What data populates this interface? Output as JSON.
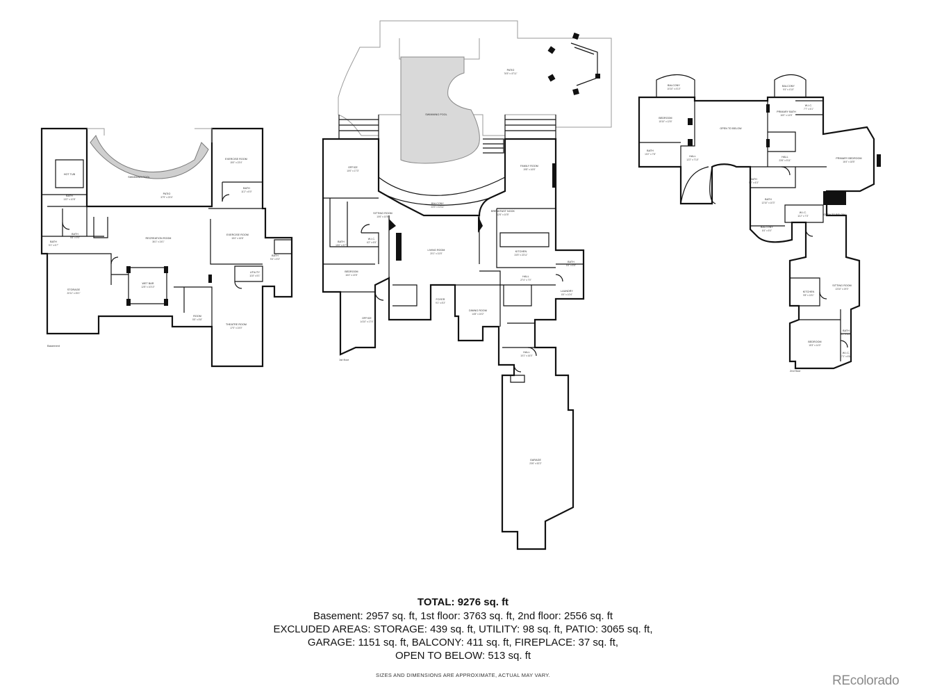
{
  "floors": [
    {
      "id": "basement",
      "tag": "Basement"
    },
    {
      "id": "first",
      "tag": "1st floor"
    },
    {
      "id": "second",
      "tag": "2nd floor"
    }
  ],
  "rooms": {
    "b_pool": {
      "name": "SWIMMING POOL",
      "dim": ""
    },
    "b_patio": {
      "name": "PATIO",
      "dim": "37'9\" x 23'4\""
    },
    "b_bath_top": {
      "name": "BATH",
      "dim": "13'2\" x 10'8\""
    },
    "b_hot": {
      "name": "HOT TUB",
      "dim": ""
    },
    "b_exercise1": {
      "name": "EXERCISE ROOM",
      "dim": "15'0\" x 23'4\""
    },
    "b_bath_r": {
      "name": "BATH",
      "dim": "11'2\" x 5'0\""
    },
    "b_bath_l": {
      "name": "BATH",
      "dim": "9'8\" x 9'0\""
    },
    "b_bath_tiny": {
      "name": "BATH",
      "dim": "5'1\" x 6'7\""
    },
    "b_rec": {
      "name": "RECREATION ROOM",
      "dim": "36'1\" x 24'1\""
    },
    "b_exercise2": {
      "name": "EXERCISE ROOM",
      "dim": "15'4\" x 16'6\""
    },
    "b_bath_e": {
      "name": "BATH",
      "dim": "9'4\" x 5'3\""
    },
    "b_storage": {
      "name": "STORAGE",
      "dim": "20'11\" x 25'1\""
    },
    "b_wetbar": {
      "name": "WET BAR",
      "dim": "12'8\" x 10'10\""
    },
    "b_utility": {
      "name": "UTILITY",
      "dim": "11'8\" x 5'1\""
    },
    "b_room": {
      "name": "ROOM",
      "dim": "5'5\" x 5'8\""
    },
    "b_theatre": {
      "name": "THEATRE ROOM",
      "dim": "17'0\" x 24'0\""
    },
    "f_patio": {
      "name": "PATIO",
      "dim": "76'5\" x 47'11\""
    },
    "f_pool": {
      "name": "SWIMMING POOL",
      "dim": ""
    },
    "f_office1": {
      "name": "OFFICE",
      "dim": "10'0\" x 17'3\""
    },
    "f_balcony": {
      "name": "BALCONY",
      "dim": "23'3\" x 10'11\""
    },
    "f_family": {
      "name": "FAMILY ROOM",
      "dim": "19'8\" x 16'6\""
    },
    "f_sitting": {
      "name": "SITTING ROOM",
      "dim": "10'6\" x 10'8\""
    },
    "f_breakfast": {
      "name": "BREAKFAST NOOK",
      "dim": "12'6\" x 10'5\""
    },
    "f_bath1": {
      "name": "BATH",
      "dim": "10'0\" x 5'7\""
    },
    "f_wic1": {
      "name": "W.I.C.",
      "dim": "6'2\" x 6'5\""
    },
    "f_living": {
      "name": "LIVING ROOM",
      "dim": "20'1\" x 31'5\""
    },
    "f_kitchen": {
      "name": "KITCHEN",
      "dim": "24'5\" x 22'11\""
    },
    "f_bath2": {
      "name": "BATH",
      "dim": "5'4\" x 5'5\""
    },
    "f_bedroom": {
      "name": "BEDROOM",
      "dim": "16'4\" x 13'5\""
    },
    "f_hall1": {
      "name": "HALL",
      "dim": "27'4\" x 7'0\""
    },
    "f_laundry": {
      "name": "LAUNDRY",
      "dim": "8'4\" x 10'4\""
    },
    "f_foyer": {
      "name": "FOYER",
      "dim": "9'1\" x 8'3\""
    },
    "f_office2": {
      "name": "OFFICE",
      "dim": "14'10\" x 17'4\""
    },
    "f_dining": {
      "name": "DINING ROOM",
      "dim": "14'8\" x 15'2\""
    },
    "f_hall2": {
      "name": "HALL",
      "dim": "10'1\" x 16'0\""
    },
    "f_garage": {
      "name": "GARAGE",
      "dim": "23'6\" x 52'2\""
    },
    "s_balcony1": {
      "name": "BALCONY",
      "dim": "10'10\" x 4'10\""
    },
    "s_balcony2": {
      "name": "BALCONY",
      "dim": "9'4\" x 4'10\""
    },
    "s_bedroom1": {
      "name": "BEDROOM",
      "dim": "15'10\" x 12'6\""
    },
    "s_open1": {
      "name": "OPEN TO BELOW",
      "dim": ""
    },
    "s_wic1": {
      "name": "W.I.C.",
      "dim": "7'7\" x 6'1\""
    },
    "s_primarybath": {
      "name": "PRIMARY BATH",
      "dim": "16'0\" x 14'5\""
    },
    "s_bath1": {
      "name": "BATH",
      "dim": "10'2\" x 7'8\""
    },
    "s_hall1": {
      "name": "HALL",
      "dim": "12'2\" x 7'10\""
    },
    "s_hall2": {
      "name": "HALL",
      "dim": "23'6\" x 5'11\""
    },
    "s_primarybed": {
      "name": "PRIMARY BEDROOM",
      "dim": "16'4\" x 18'5\""
    },
    "s_bath2": {
      "name": "BATH",
      "dim": "5'7\" x 6'3\""
    },
    "s_bath3": {
      "name": "BATH",
      "dim": "12'10\" x 10'3\""
    },
    "s_wic2": {
      "name": "W.I.C.",
      "dim": "11'2\" x 7'3\""
    },
    "s_open2": {
      "name": "OPEN TO BELOW",
      "dim": ""
    },
    "s_balcony3": {
      "name": "BALCONY",
      "dim": "8'4\" x 5'0\""
    },
    "s_kitchen": {
      "name": "KITCHEN",
      "dim": "9'8\" x 15'1\""
    },
    "s_sitting": {
      "name": "SITTING ROOM",
      "dim": "13'10\" x 19'0\""
    },
    "s_bath4": {
      "name": "BATH",
      "dim": "8'2\" x 10'0\""
    },
    "s_bedroom2": {
      "name": "BEDROOM",
      "dim": "15'3\" x 14'0\""
    },
    "s_wic3": {
      "name": "W.I.C.",
      "dim": "7'1\" x 6'6\""
    }
  },
  "summary": {
    "title": "TOTAL: 9276 sq. ft",
    "lines": [
      "Basement: 2957 sq. ft, 1st floor: 3763 sq. ft, 2nd floor: 2556 sq. ft",
      "EXCLUDED AREAS: STORAGE: 439 sq. ft, UTILITY: 98 sq. ft, PATIO: 3065 sq. ft,",
      "GARAGE: 1151 sq. ft, BALCONY: 411 sq. ft, FIREPLACE: 37 sq. ft,",
      "OPEN TO BELOW: 513 sq. ft"
    ],
    "note": "SIZES AND DIMENSIONS ARE APPROXIMATE, ACTUAL MAY VARY."
  },
  "brand": {
    "logo_text": "REcolorado"
  }
}
